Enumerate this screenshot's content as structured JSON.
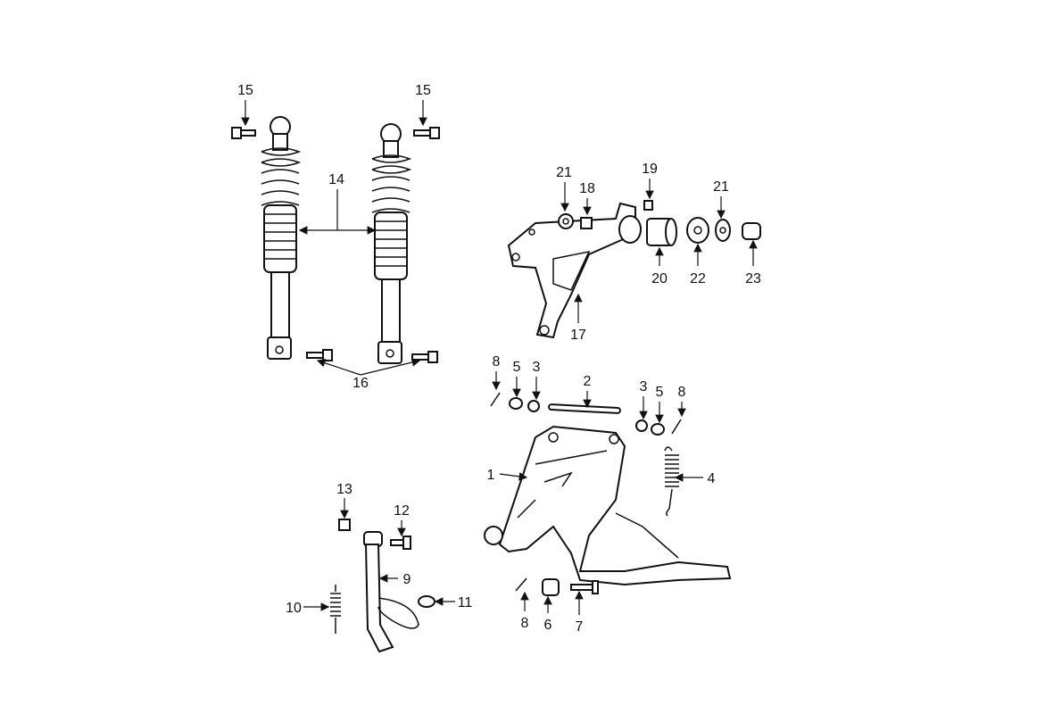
{
  "diagram": {
    "title": "Exploded parts diagram: rear shock absorbers, engine bracket, center stand and side stand",
    "callouts": [
      "15",
      "15",
      "14",
      "16",
      "21",
      "18",
      "19",
      "21",
      "20",
      "22",
      "23",
      "17",
      "8",
      "5",
      "3",
      "2",
      "3",
      "5",
      "8",
      "1",
      "4",
      "13",
      "12",
      "9",
      "10",
      "11",
      "8",
      "6",
      "7"
    ]
  }
}
